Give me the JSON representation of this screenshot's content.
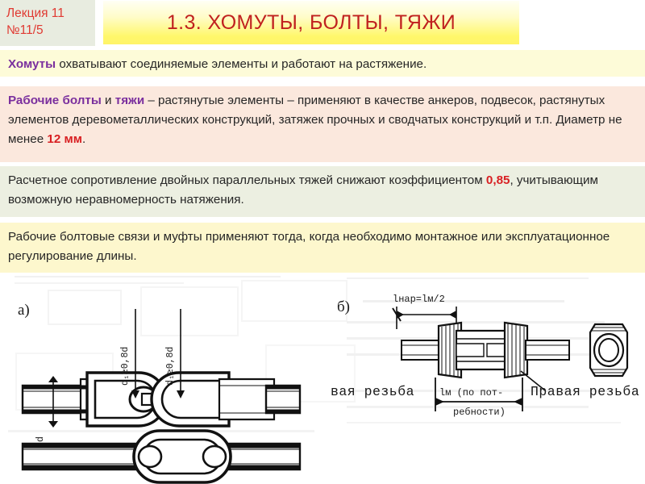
{
  "header": {
    "lecture_line1": "Лекция 11",
    "lecture_line2": "№11/5",
    "title": "1.3.  ХОМУТЫ, БОЛТЫ, ТЯЖИ",
    "accent_color": "#c0211f",
    "lecture_color": "#e03a32",
    "title_bg_top": "#fffff4",
    "title_bg_bottom": "#fff469",
    "lecture_bg": "#e8ece0"
  },
  "blocks": [
    {
      "id": "block-1",
      "bg": "#fdfbd8",
      "keyword": "Хомуты",
      "keyword_color": "#7a2f9e",
      "rest": " охватывают соединяемые элементы и работают на растяжение."
    },
    {
      "id": "block-2",
      "bg": "#fbe8dd",
      "keyword_a": "Рабочие болты",
      "conj": " и ",
      "keyword_b": "тяжи",
      "rest_1": " – растянутые элементы – применяют в качестве анкеров, подвесок, растянутых элементов деревометаллических конструкций, затяжек прочных и сводчатых конструкций и т.п. Диаметр не менее ",
      "highlight": "12 мм",
      "rest_2": ".",
      "highlight_color": "#d81f22"
    },
    {
      "id": "block-3",
      "bg": "#ecefe1",
      "lead": "Расчетное сопротивление двойных параллельных тяжей снижают коэффициентом ",
      "highlight": "0,85",
      "rest": ", учитывающим возможную неравномерность натяжения.",
      "highlight_color": "#d81f22"
    },
    {
      "id": "block-4",
      "bg": "#fdf7cd",
      "text": "Рабочие болтовые связи и муфты применяют тогда, когда необходимо монтажное или эксплуатационное регулирование длины."
    }
  ],
  "figure": {
    "part_a_label": "а)",
    "part_b_label": "б)",
    "dim_d": "d",
    "dim_d1_first": "d₁≥0,8d",
    "dim_d1_second": "d₁≥0,8d",
    "dim_lnar": "lнар=lм/2",
    "dim_lm_line1": "lм (по пот-",
    "dim_lm_line2": "ребности)",
    "thread_left": "вая резьба",
    "thread_right": "Правая резьба"
  }
}
